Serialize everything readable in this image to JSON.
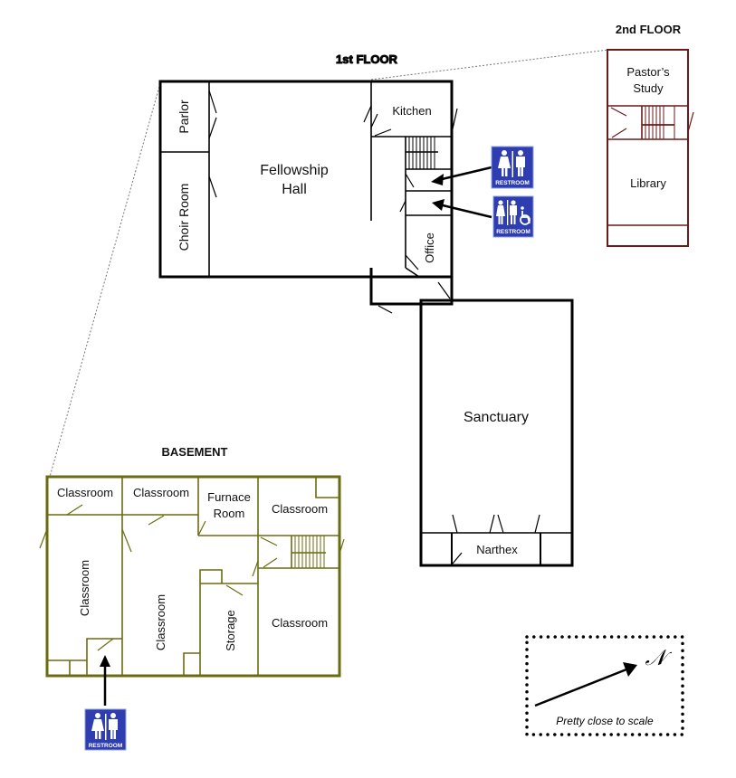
{
  "floors": {
    "first": {
      "title": "1st FLOOR",
      "rooms": {
        "parlor": "Parlor",
        "choir_room": "Choir Room",
        "fellowship_line1": "Fellowship",
        "fellowship_line2": "Hall",
        "kitchen": "Kitchen",
        "office": "Office",
        "sanctuary": "Sanctuary",
        "narthex": "Narthex"
      }
    },
    "second": {
      "title": "2nd FLOOR",
      "rooms": {
        "pastor_line1": "Pastor’s",
        "pastor_line2": "Study",
        "library": "Library"
      }
    },
    "basement": {
      "title": "BASEMENT",
      "rooms": {
        "classroom_1": "Classroom",
        "classroom_2": "Classroom",
        "furnace_line1": "Furnace",
        "furnace_line2": "Room",
        "classroom_3": "Classroom",
        "classroom_4": "Classroom",
        "classroom_5": "Classroom",
        "storage": "Storage",
        "classroom_6": "Classroom"
      }
    }
  },
  "signs": {
    "restroom_label": "RESTROOM",
    "accessible_restroom_label": "RESTROOM",
    "basement_restroom_label": "RESTROOM",
    "sign_color": "#2e3db0"
  },
  "legend": {
    "north_symbol": "𝒩",
    "note": "Pretty close to scale"
  },
  "colors": {
    "first_floor": "#000000",
    "second_floor": "#6b1a1a",
    "basement": "#6b6b10"
  }
}
